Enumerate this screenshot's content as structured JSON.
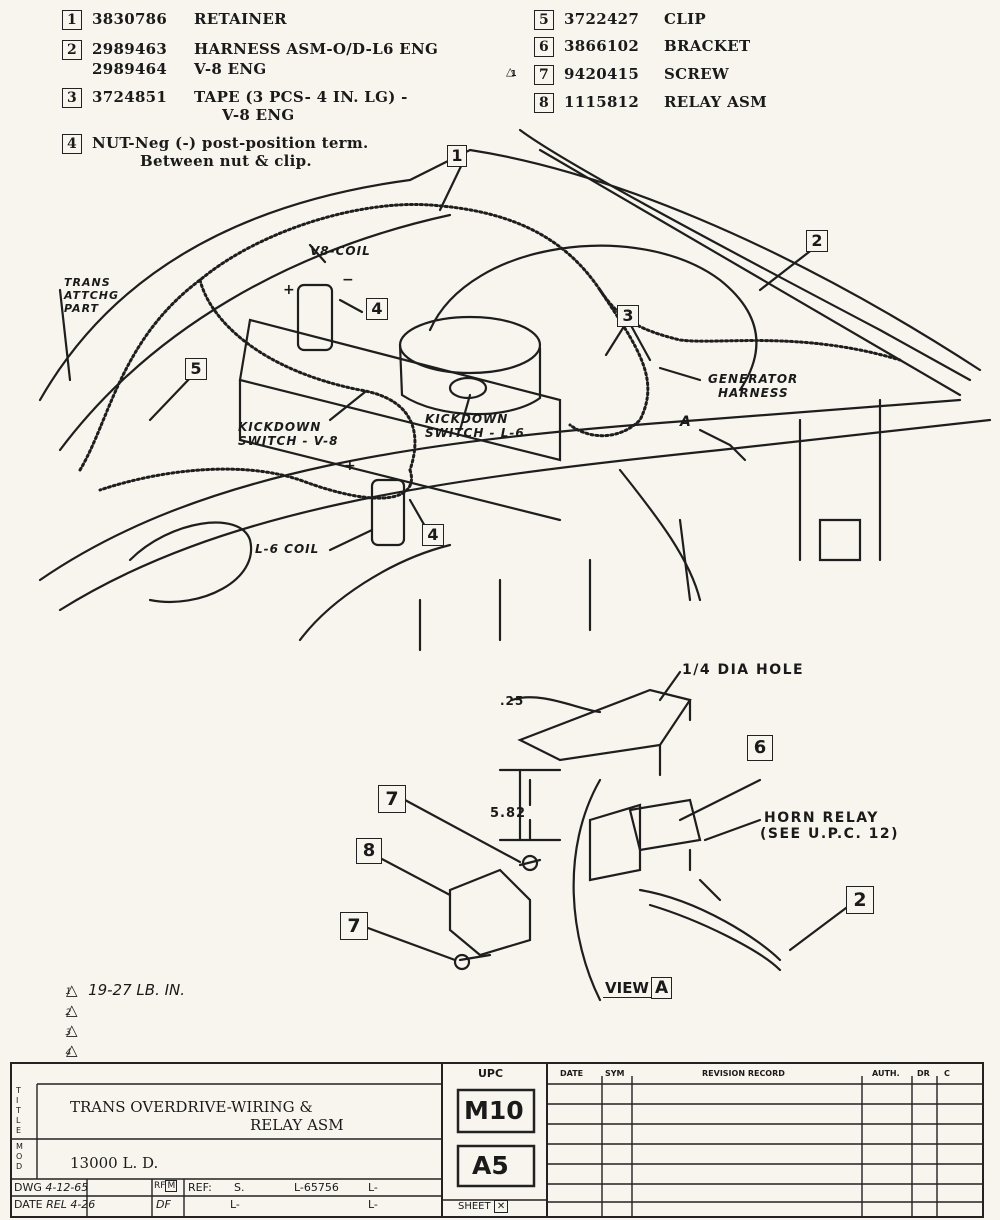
{
  "parts_list": {
    "left": [
      {
        "item": "1",
        "part": "3830786",
        "name": "RETAINER"
      },
      {
        "item": "2",
        "part": "2989463",
        "name": "HARNESS ASM-O/D-L6 ENG",
        "part2": "2989464",
        "name2": "V-8 ENG"
      },
      {
        "item": "3",
        "part": "3724851",
        "name": "TAPE (3 PCS- 4 IN. LG) -",
        "name2": "V-8 ENG"
      },
      {
        "item": "4",
        "text": "NUT-Neg (-) post-position term.",
        "text2": "Between nut & clip."
      }
    ],
    "right": [
      {
        "item": "5",
        "part": "3722427",
        "name": "CLIP"
      },
      {
        "item": "6",
        "part": "3866102",
        "name": "BRACKET"
      },
      {
        "item": "7",
        "part": "9420415",
        "name": "SCREW",
        "note_flag": "1"
      },
      {
        "item": "8",
        "part": "1115812",
        "name": "RELAY ASM"
      }
    ]
  },
  "diagram_labels": {
    "v8_coil": "V8-COIL",
    "trans_attchg": [
      "TRANS",
      "ATTCHG",
      "PART"
    ],
    "kickdown_v8": [
      "KICKDOWN",
      "SWITCH - V-8"
    ],
    "kickdown_l6": [
      "KICKDOWN",
      "SWITCH - L-6"
    ],
    "generator": [
      "GENERATOR",
      "HARNESS"
    ],
    "l6_coil": "L-6 COIL",
    "view_letter": "A",
    "dia_hole": "1/4 DIA HOLE",
    "dim_25": ".25",
    "dim_582": "5.82",
    "horn_relay": [
      "HORN RELAY",
      "(SEE U.P.C. 12)"
    ],
    "view_label": "VIEW",
    "view_box": "A",
    "plus": "+",
    "minus": "−"
  },
  "callouts": {
    "c1": "1",
    "c2a": "2",
    "c3": "3",
    "c4a": "4",
    "c4b": "4",
    "c5": "5",
    "c6": "6",
    "c7a": "7",
    "c7b": "7",
    "c8": "8",
    "c2b": "2"
  },
  "notes": {
    "torque": "19-27 LB. IN.",
    "flags": [
      "1",
      "2",
      "3",
      "4"
    ]
  },
  "title_block": {
    "title_letters": [
      "T",
      "I",
      "T",
      "L",
      "E"
    ],
    "title_line1": "TRANS OVERDRIVE-WIRING &",
    "title_line2": "RELAY ASM",
    "mod_letters": [
      "M",
      "O",
      "D"
    ],
    "model": "13000 L. D.",
    "dwg_label": "DWG",
    "dwg_date": "4-12-65",
    "date_label": "DATE",
    "date_value": "REL 4-26",
    "rf_label": "RF",
    "rf_value": "M",
    "df_value": "DF",
    "ref_label": "REF:",
    "ref_s": "S.",
    "ref_l1": "L-65756",
    "ref_l2": "L-",
    "ref_l3": "L-",
    "ref_l4": "L-",
    "upc_header": "UPC",
    "upc": "M10",
    "upc_sub": "A5",
    "sheet_label": "SHEET",
    "rev_headers": [
      "DATE",
      "SYM",
      "REVISION RECORD",
      "AUTH.",
      "DR",
      "C"
    ]
  }
}
